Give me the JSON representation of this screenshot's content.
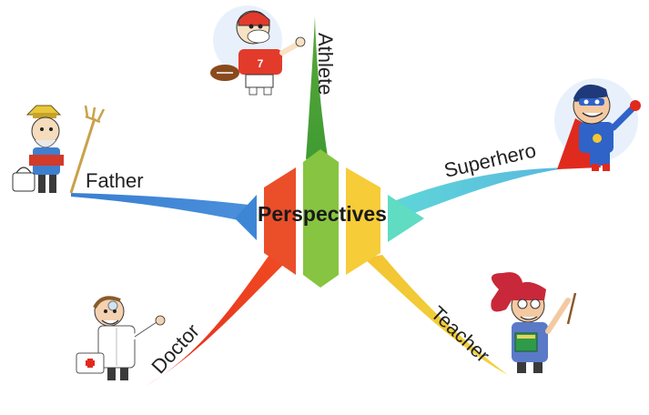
{
  "center": {
    "title": "Perspectives"
  },
  "colors": {
    "red": "#e8492b",
    "green": "#86c440",
    "yellow": "#f5c731",
    "teal": "#58d8c4",
    "blue": "#3f86d4",
    "sky": "#5bc0de",
    "darkgreen": "#4b9a32"
  },
  "branches": [
    {
      "label": "Athlete",
      "icon": "football-player-icon"
    },
    {
      "label": "Superhero",
      "icon": "superhero-icon"
    },
    {
      "label": "Father",
      "icon": "farmer-with-pitchfork-icon"
    },
    {
      "label": "Doctor",
      "icon": "doctor-icon"
    },
    {
      "label": "Teacher",
      "icon": "teacher-icon"
    }
  ]
}
